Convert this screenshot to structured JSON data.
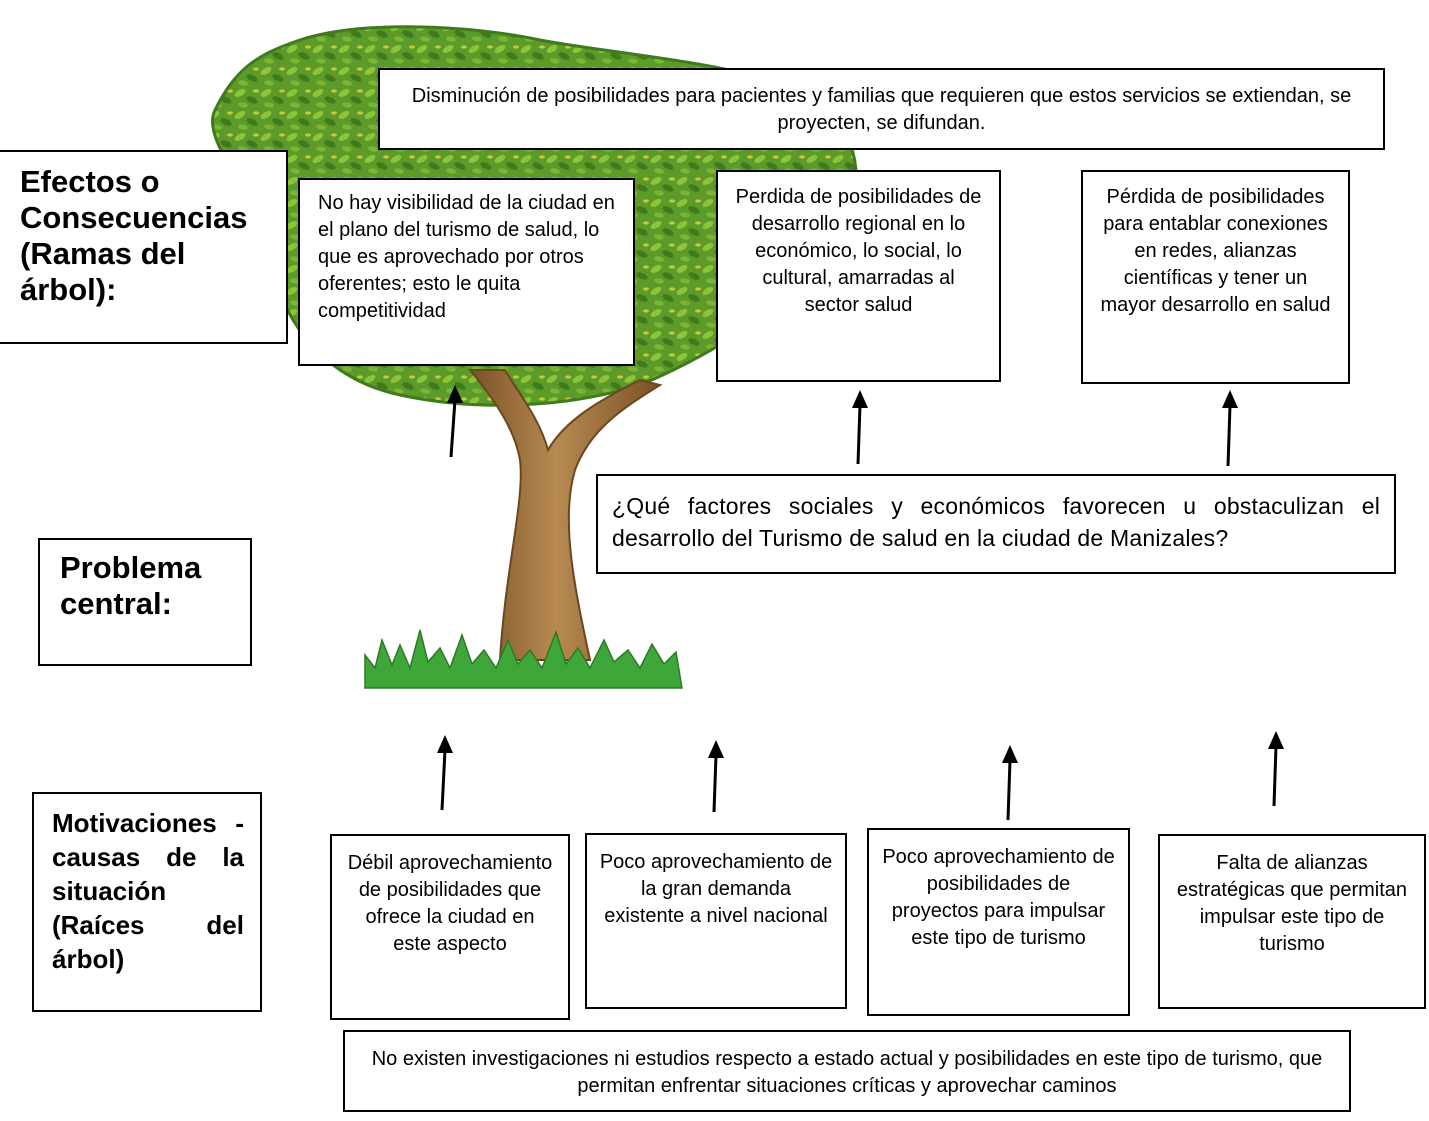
{
  "colors": {
    "foliage_dark": "#3f7a1d",
    "foliage_mid": "#5c9a2a",
    "foliage_light": "#8cc43a",
    "leaf_yellow": "#c9c83a",
    "trunk": "#a4743f",
    "trunk_dark": "#7a5226",
    "grass": "#3fa63a"
  },
  "labels": {
    "effects": "Efectos o Consecuencias (Ramas del árbol):",
    "problem": "Problema central:",
    "causes": "Motivaciones - causas de la situación (Raíces del árbol)"
  },
  "top_effect": "Disminución de posibilidades para pacientes y familias que requieren que estos servicios se extiendan, se proyecten, se difundan.",
  "effects": [
    "No hay visibilidad de la ciudad en el plano del turismo de salud, lo que es aprovechado por otros oferentes; esto le quita competitividad",
    "Perdida de posibilidades de desarrollo regional en lo económico, lo social, lo cultural, amarradas al sector salud",
    "Pérdida de posibilidades para entablar conexiones en redes, alianzas científicas y tener un mayor desarrollo en salud"
  ],
  "central_problem": "¿Qué factores sociales y económicos favorecen u obstaculizan el desarrollo del Turismo de salud en la ciudad de Manizales?",
  "causes": [
    "Débil aprovechamiento de posibilidades que ofrece la ciudad en este aspecto",
    "Poco aprovechamiento de la gran demanda existente a nivel nacional",
    "Poco aprovechamiento de posibilidades de proyectos para impulsar este tipo de turismo",
    "Falta de alianzas estratégicas que permitan impulsar este tipo de turismo"
  ],
  "root_cause": "No existen investigaciones ni estudios respecto a estado actual y posibilidades en este tipo de turismo, que permitan enfrentar situaciones críticas y aprovechar caminos"
}
